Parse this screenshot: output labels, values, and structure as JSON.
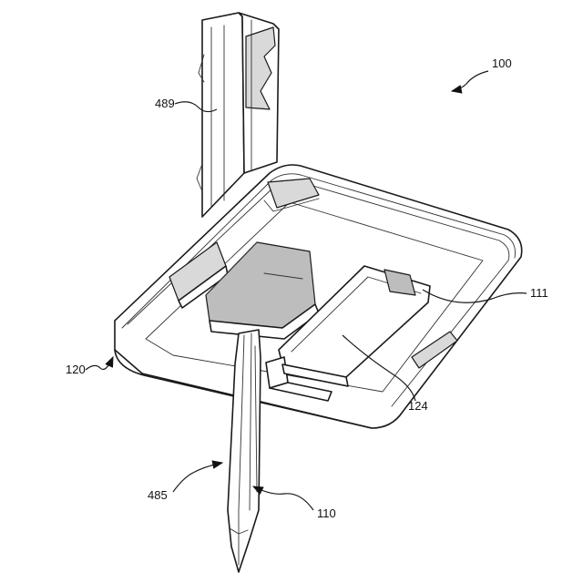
{
  "labels": {
    "device": "100",
    "plate": "120",
    "connector": "489",
    "needle": "485",
    "tip": "110",
    "pad": "111",
    "latch": "124"
  }
}
